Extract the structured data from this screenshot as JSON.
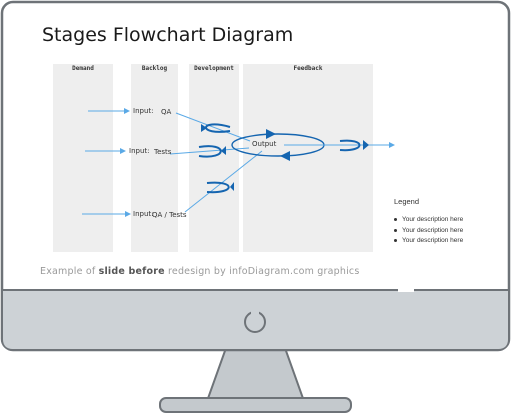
{
  "slide": {
    "title": "Stages Flowchart Diagram",
    "columns": [
      "Demand",
      "Backlog",
      "Development",
      "Feedback"
    ],
    "inputs": [
      {
        "prefix": "Input:",
        "item": "QA"
      },
      {
        "prefix": "Input:",
        "item": "Tests"
      },
      {
        "prefix": "Input:",
        "item": "QA / Tests"
      }
    ],
    "output_label": "Output",
    "legend": {
      "title": "Legend",
      "items": [
        "Your description here",
        "Your description here",
        "Your description here"
      ]
    }
  },
  "caption": {
    "prefix": "Example of ",
    "bold": "slide before",
    "suffix": " redesign by infoDiagram.com graphics"
  },
  "colors": {
    "arrow_blue": "#1565b0",
    "light_blue": "#5aa9e6",
    "column_fill": "#eeeeee",
    "bezel": "#cdd2d6",
    "stand": "#c4c9cd"
  }
}
